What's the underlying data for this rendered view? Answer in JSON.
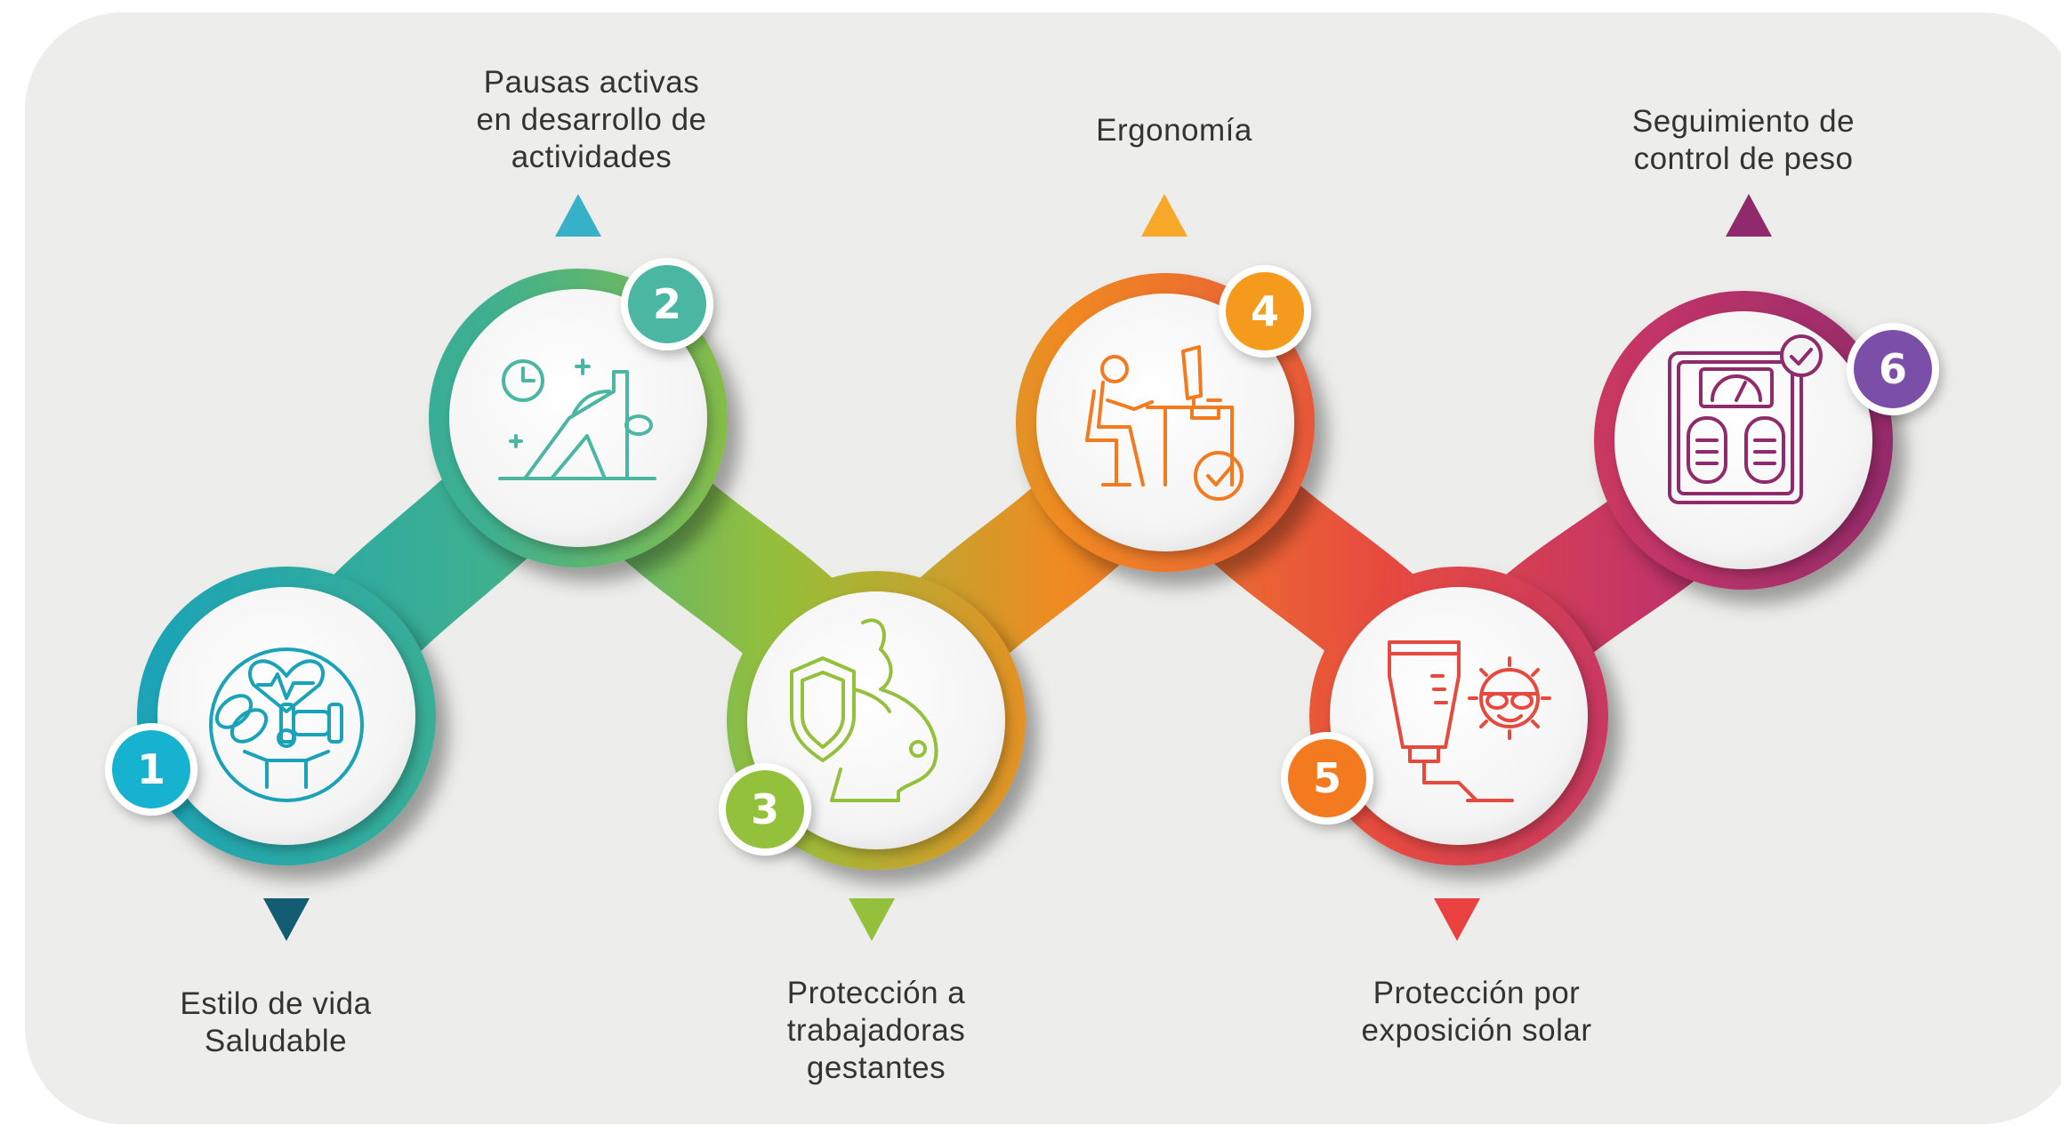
{
  "steps": [
    {
      "number": "1",
      "label": "Estilo de vida\nSaludable",
      "icon": "healthy-lifestyle-icon",
      "color": "#16b2cf"
    },
    {
      "number": "2",
      "label": "Pausas    activas\nen desarrollo de\nactividades",
      "icon": "stretching-pause-icon",
      "color": "#4bb6a2"
    },
    {
      "number": "3",
      "label": "Protección a\ntrabajadoras\ngestantes",
      "icon": "pregnant-protection-icon",
      "color": "#93c13c"
    },
    {
      "number": "4",
      "label": "Ergonomía",
      "icon": "ergonomic-desk-icon",
      "color": "#f49b1e"
    },
    {
      "number": "5",
      "label": "Protección por\nexposición solar",
      "icon": "sunscreen-icon",
      "color": "#f47a20"
    },
    {
      "number": "6",
      "label": "Seguimiento  de\ncontrol de peso",
      "icon": "weight-scale-icon",
      "color": "#7b4fa8"
    }
  ]
}
